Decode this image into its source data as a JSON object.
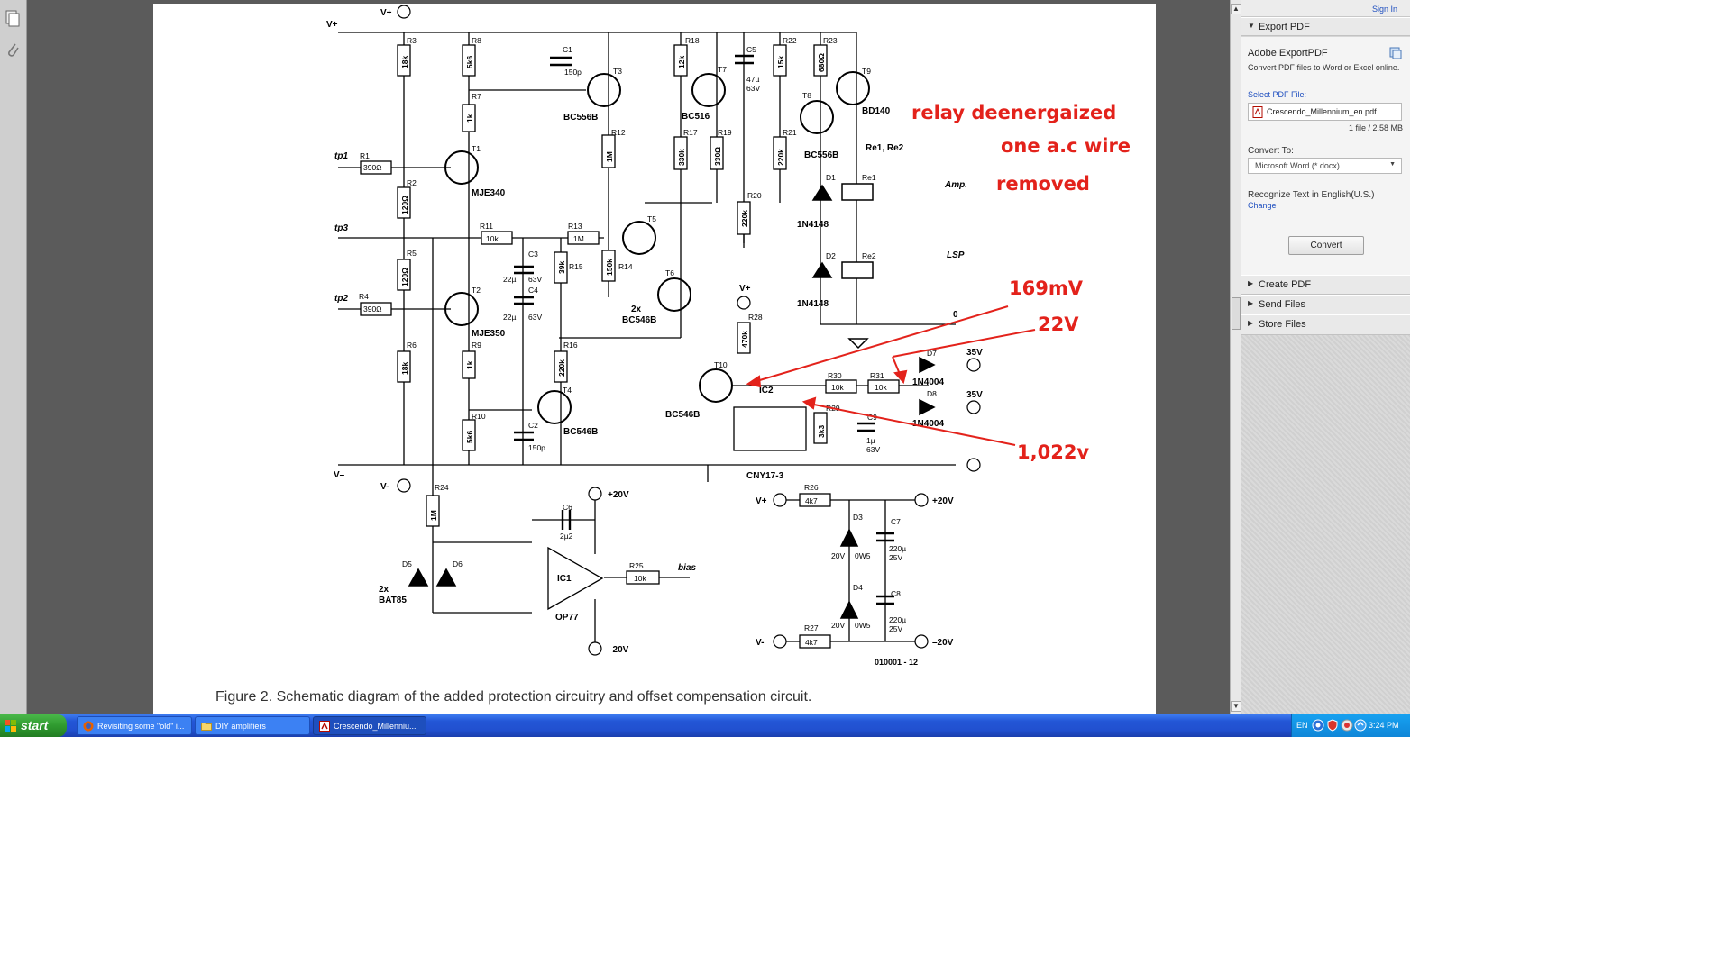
{
  "panel": {
    "sign_in": "Sign In",
    "export_header": "Export PDF",
    "service_title": "Adobe ExportPDF",
    "service_desc": "Convert PDF files to Word or Excel online.",
    "select_label": "Select PDF File:",
    "file_name": "Crescendo_Millennium_en.pdf",
    "file_info": "1 file / 2.58 MB",
    "convert_to_label": "Convert To:",
    "convert_to_value": "Microsoft Word (*.docx)",
    "recognize_text": "Recognize Text in English(U.S.)",
    "change_link": "Change",
    "convert_button": "Convert",
    "sections": [
      "Create PDF",
      "Send Files",
      "Store Files"
    ]
  },
  "document": {
    "caption": "Figure 2. Schematic diagram of the added protection circuitry and offset compensation circuit.",
    "annotations": {
      "relay": "relay deenergaized",
      "wire": "one a.c wire",
      "removed": "removed",
      "v1": "169mV",
      "v2": "22V",
      "v3": "1,022v"
    },
    "schematic": {
      "supplies": [
        "V+",
        "V-",
        "V–",
        "+20V",
        "–20V",
        "35V",
        "0"
      ],
      "inputs": [
        "tp1",
        "tp2",
        "tp3"
      ],
      "outputs": [
        "Amp.",
        "LSP",
        "bias"
      ],
      "figure_code": "010001 - 12",
      "resistors": [
        {
          "ref": "R1",
          "val": "390Ω"
        },
        {
          "ref": "R2",
          "val": "120Ω"
        },
        {
          "ref": "R3",
          "val": "18k"
        },
        {
          "ref": "R4",
          "val": "390Ω"
        },
        {
          "ref": "R5",
          "val": "120Ω"
        },
        {
          "ref": "R6",
          "val": "18k"
        },
        {
          "ref": "R7",
          "val": "1k"
        },
        {
          "ref": "R8",
          "val": "5k6"
        },
        {
          "ref": "R9",
          "val": "1k"
        },
        {
          "ref": "R10",
          "val": "5k6"
        },
        {
          "ref": "R11",
          "val": "10k"
        },
        {
          "ref": "R12",
          "val": "1M"
        },
        {
          "ref": "R13",
          "val": "1M"
        },
        {
          "ref": "R14",
          "val": "150k"
        },
        {
          "ref": "R15",
          "val": "39k"
        },
        {
          "ref": "R16",
          "val": "220k"
        },
        {
          "ref": "R17",
          "val": "330k"
        },
        {
          "ref": "R18",
          "val": "12k"
        },
        {
          "ref": "R19",
          "val": "330Ω"
        },
        {
          "ref": "R20",
          "val": "220k"
        },
        {
          "ref": "R21",
          "val": "220k"
        },
        {
          "ref": "R22",
          "val": "15k"
        },
        {
          "ref": "R23",
          "val": "680Ω"
        },
        {
          "ref": "R24",
          "val": "1M"
        },
        {
          "ref": "R25",
          "val": "10k"
        },
        {
          "ref": "R26",
          "val": "4k7"
        },
        {
          "ref": "R27",
          "val": "4k7"
        },
        {
          "ref": "R28",
          "val": "470k"
        },
        {
          "ref": "R29",
          "val": "3k3"
        },
        {
          "ref": "R30",
          "val": "10k"
        },
        {
          "ref": "R31",
          "val": "10k"
        }
      ],
      "capacitors": [
        {
          "ref": "C1",
          "val": "150p"
        },
        {
          "ref": "C2",
          "val": "150p"
        },
        {
          "ref": "C3",
          "val": "22µ",
          "v": "63V"
        },
        {
          "ref": "C4",
          "val": "22µ",
          "v": "63V"
        },
        {
          "ref": "C5",
          "val": "47µ",
          "v": "63V"
        },
        {
          "ref": "C6",
          "val": "2µ2"
        },
        {
          "ref": "C7",
          "val": "220µ",
          "v": "25V"
        },
        {
          "ref": "C8",
          "val": "220µ",
          "v": "25V"
        },
        {
          "ref": "C9",
          "val": "1µ",
          "v": "63V"
        }
      ],
      "transistors": [
        {
          "ref": "T1",
          "type": "MJE340"
        },
        {
          "ref": "T2",
          "type": "MJE350"
        },
        {
          "ref": "T3",
          "type": "BC556B"
        },
        {
          "ref": "T4",
          "type": "BC546B"
        },
        {
          "ref": "T5",
          "type": ""
        },
        {
          "ref": "T6",
          "type": "2x BC546B"
        },
        {
          "ref": "T7",
          "type": "BC516"
        },
        {
          "ref": "T8",
          "type": "BC556B"
        },
        {
          "ref": "T9",
          "type": "BD140"
        },
        {
          "ref": "T10",
          "type": "BC546B"
        }
      ],
      "diodes": [
        {
          "ref": "D1",
          "type": "1N4148"
        },
        {
          "ref": "D2",
          "type": "1N4148"
        },
        {
          "ref": "D3",
          "type": "20V 0W5"
        },
        {
          "ref": "D4",
          "type": "20V 0W5"
        },
        {
          "ref": "D5",
          "type": "2x BAT85"
        },
        {
          "ref": "D6",
          "type": ""
        },
        {
          "ref": "D7",
          "type": "1N4004"
        },
        {
          "ref": "D8",
          "type": "1N4004"
        }
      ],
      "ics": [
        {
          "ref": "IC1",
          "type": "OP77"
        },
        {
          "ref": "IC2",
          "type": "CNY17-3"
        }
      ],
      "relays": [
        "Re1, Re2",
        "Re1",
        "Re2"
      ]
    }
  },
  "taskbar": {
    "start_label": "start",
    "tasks": [
      {
        "label": "Revisiting some \"old\" i...",
        "icon": "firefox-icon"
      },
      {
        "label": "DIY amplifiers",
        "icon": "folder-icon"
      },
      {
        "label": "Crescendo_Millenniu...",
        "icon": "pdf-icon"
      }
    ],
    "language": "EN",
    "time": "3:24 PM"
  },
  "colors": {
    "annotation": "#e3221b",
    "taskbar": "#2356d6",
    "start": "#2f9a2f"
  }
}
